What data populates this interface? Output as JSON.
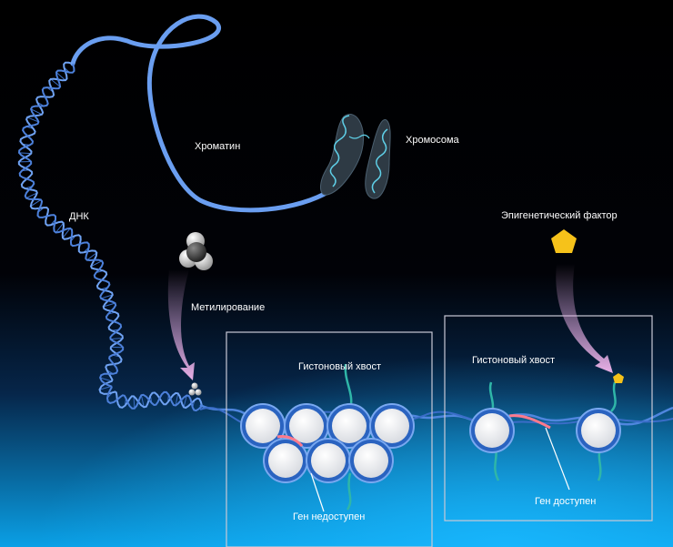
{
  "labels": {
    "chromatin": "Хроматин",
    "chromosome": "Хромосома",
    "dna": "ДНК",
    "methylation": "Метилирование",
    "epigenetic_factor": "Эпигенетический фактор",
    "histone_tail_left": "Гистоновый хвост",
    "histone_tail_right": "Гистоновый хвост",
    "gene_inaccessible": "Ген недоступен",
    "gene_accessible": "Ген доступен"
  },
  "colors": {
    "background_top": "#000000",
    "background_bottom": "#1aa8e8",
    "dna_strand": "#5b8fe0",
    "chromatin_fiber": "#6a9ef0",
    "chromosome": "#2e3a44",
    "histone": "#f2f2f2",
    "histone_ring": "#3d7fd8",
    "histone_tail": "#2fb6a8",
    "gene_segment": "#ff7a8c",
    "methylation_arrow": "#d7a2d9",
    "epigenetic_factor": "#f6c21a",
    "box_border": "#c9c9d6"
  }
}
